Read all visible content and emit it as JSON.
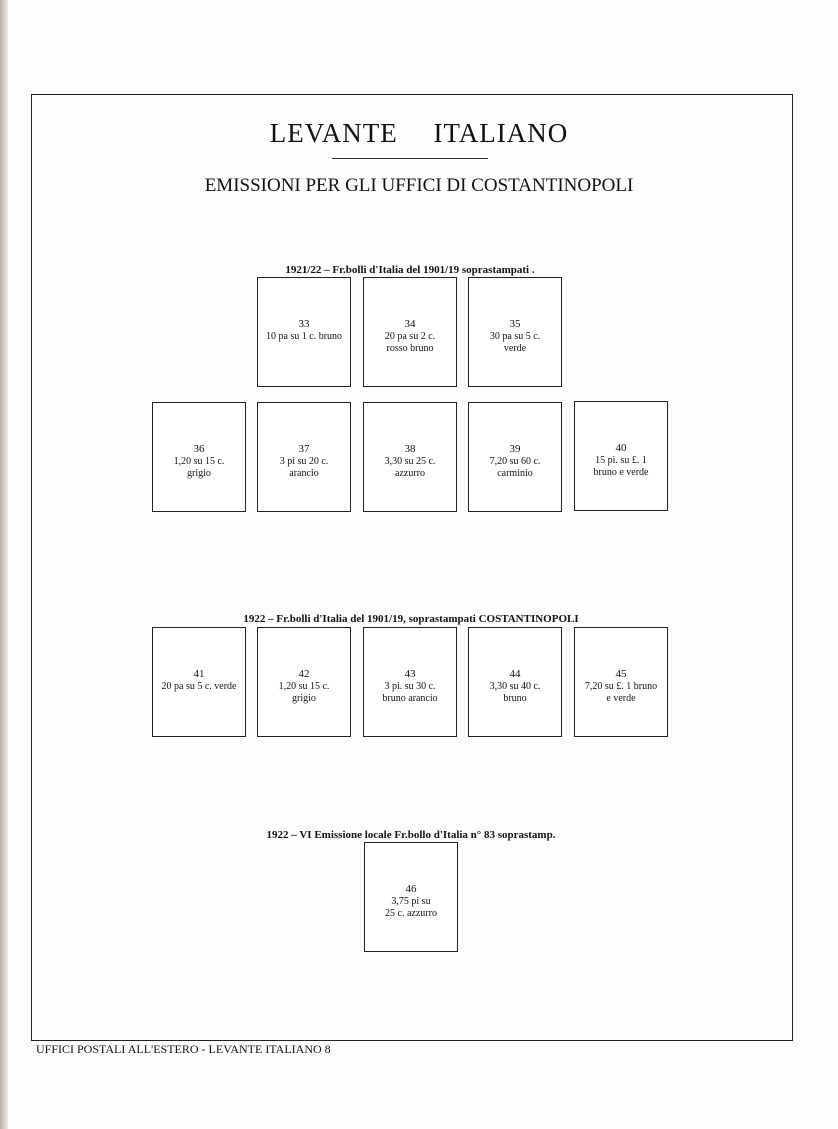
{
  "page": {
    "title": "LEVANTE    ITALIANO",
    "subtitle": "EMISSIONI PER GLI UFFICI DI COSTANTINOPOLI",
    "footer": "UFFICI  POSTALI  ALL'ESTERO -  LEVANTE ITALIANO  8"
  },
  "sections": [
    {
      "caption": "1921/22  –  Fr.bolli d'Italia del 1901/19 soprastampati ."
    },
    {
      "caption": "1922 – Fr.bolli d'Italia del 1901/19, soprastampati COSTANTINOPOLI"
    },
    {
      "caption": "1922 – VI Emissione locale Fr.bollo d'Italia n° 83 soprastamp."
    }
  ],
  "stamps": [
    {
      "num": "33",
      "lines": [
        "10 pa su 1 c. bruno"
      ]
    },
    {
      "num": "34",
      "lines": [
        "20 pa su 2 c.",
        "rosso bruno"
      ]
    },
    {
      "num": "35",
      "lines": [
        "30 pa su  5  c.",
        "verde"
      ]
    },
    {
      "num": "36",
      "lines": [
        "1,20 su 15 c.",
        "grigio"
      ]
    },
    {
      "num": "37",
      "lines": [
        "3 pi su 20 c.",
        "arancio"
      ]
    },
    {
      "num": "38",
      "lines": [
        "3,30 su 25 c.",
        "azzurro"
      ]
    },
    {
      "num": "39",
      "lines": [
        "7,20 su 60 c.",
        "carminio"
      ]
    },
    {
      "num": "40",
      "lines": [
        "15 pi. su £. 1",
        "bruno e verde"
      ]
    },
    {
      "num": "41",
      "lines": [
        "20 pa su 5 c. verde"
      ]
    },
    {
      "num": "42",
      "lines": [
        "1,20 su 15 c.",
        "grigio"
      ]
    },
    {
      "num": "43",
      "lines": [
        "3 pi. su 30 c.",
        "bruno arancio"
      ]
    },
    {
      "num": "44",
      "lines": [
        "3,30 su 40 c.",
        "bruno"
      ]
    },
    {
      "num": "45",
      "lines": [
        "7,20 su £. 1 bruno",
        "e verde"
      ]
    },
    {
      "num": "46",
      "lines": [
        "3,75 pi  su",
        "25 c. azzurro"
      ]
    }
  ]
}
